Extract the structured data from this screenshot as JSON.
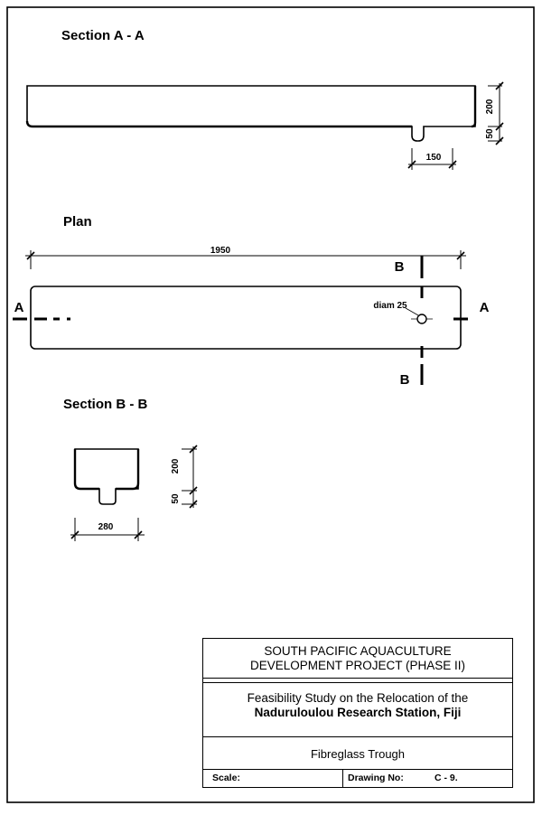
{
  "sections": {
    "section_aa": "Section A - A",
    "plan": "Plan",
    "section_bb": "Section B - B"
  },
  "dimensions": {
    "aa_height": "200",
    "aa_channel_depth": "50",
    "aa_channel_width": "150",
    "plan_length": "1950",
    "drain_diameter": "diam 25",
    "bb_height": "200",
    "bb_channel_depth": "50",
    "bb_width": "280"
  },
  "section_markers": {
    "a_left": "A",
    "a_right": "A",
    "b_top": "B",
    "b_bottom": "B"
  },
  "title_block": {
    "project_line1": "SOUTH PACIFIC AQUACULTURE",
    "project_line2": "DEVELOPMENT PROJECT (PHASE II)",
    "study_line1": "Feasibility Study on the Relocation of the",
    "study_line2": "Naduruloulou Research Station, Fiji",
    "drawing_title": "Fibreglass Trough",
    "scale_label": "Scale:",
    "drawing_no_label": "Drawing No:",
    "drawing_no": "C - 9."
  }
}
